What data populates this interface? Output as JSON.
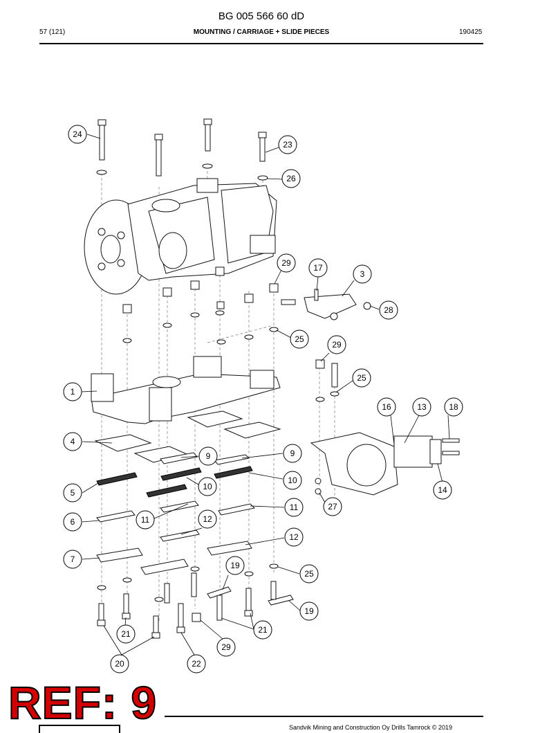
{
  "header": {
    "doc_title": "BG 005 566 60 dD",
    "page_label": "57 (121)",
    "section_title": "MOUNTING / CARRIAGE + SLIDE PIECES",
    "date_code": "190425"
  },
  "callouts": [
    "24",
    "23",
    "26",
    "29",
    "17",
    "3",
    "28",
    "25",
    "29",
    "25",
    "1",
    "16",
    "13",
    "18",
    "4",
    "9",
    "9",
    "5",
    "10",
    "10",
    "14",
    "6",
    "11",
    "11",
    "27",
    "12",
    "12",
    "7",
    "19",
    "25",
    "19",
    "21",
    "21",
    "29",
    "20",
    "22"
  ],
  "stamp": {
    "text": "REF: 9",
    "color": "#d40000"
  },
  "footer": {
    "copyright": "Sandvik Mining and Construction Oy Drills Tamrock © 2019"
  }
}
